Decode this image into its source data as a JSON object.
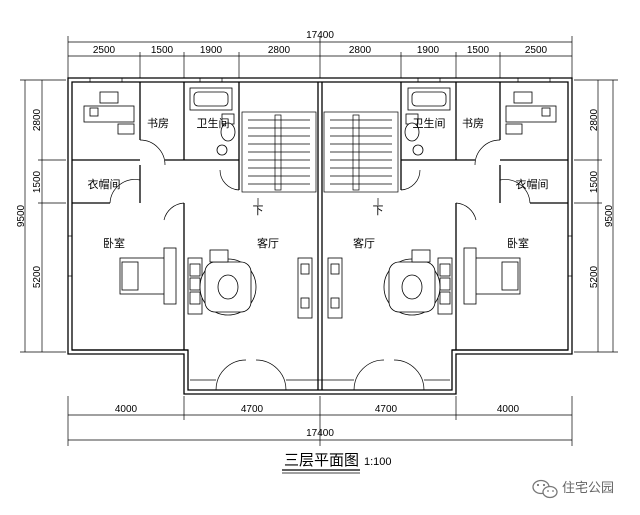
{
  "drawing": {
    "title": "三层平面图",
    "scale": "1:100",
    "watermark": "住宅公园"
  },
  "dimensions": {
    "top_total": "17400",
    "top_segments": [
      "2500",
      "1500",
      "1900",
      "2800",
      "2800",
      "1900",
      "1500",
      "2500"
    ],
    "bottom_segments": [
      "4000",
      "4700",
      "4700",
      "4000"
    ],
    "bottom_total": "17400",
    "left_total": "9500",
    "left_segments": [
      "2800",
      "1500",
      "5200"
    ],
    "right_total": "9500",
    "right_segments": [
      "2800",
      "1500",
      "5200"
    ]
  },
  "rooms": {
    "study_left": "书房",
    "bathroom_left": "卫生间",
    "cloakroom_left": "衣帽间",
    "bedroom_left": "卧室",
    "living_left": "客厅",
    "living_right": "客厅",
    "bathroom_right": "卫生间",
    "study_right": "书房",
    "cloakroom_right": "衣帽间",
    "bedroom_right": "卧室"
  },
  "stair_labels": {
    "down_left": "下",
    "down_right": "下"
  },
  "icons": {
    "watermark": "wechat-bubble-icon"
  }
}
